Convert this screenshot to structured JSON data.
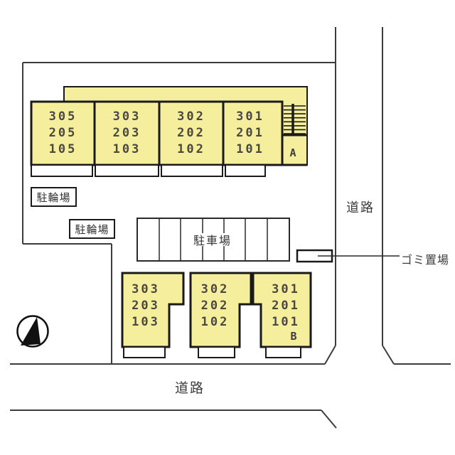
{
  "site_plan": {
    "building_a": {
      "label": "A",
      "columns": [
        [
          "305",
          "205",
          "105"
        ],
        [
          "303",
          "203",
          "103"
        ],
        [
          "302",
          "202",
          "102"
        ],
        [
          "301",
          "201",
          "101"
        ]
      ]
    },
    "building_b": {
      "label": "B",
      "columns": [
        [
          "303",
          "203",
          "103"
        ],
        [
          "302",
          "202",
          "102"
        ],
        [
          "301",
          "201",
          "101"
        ]
      ]
    },
    "bicycle_parking_labels": [
      "駐輪場",
      "駐輪場"
    ],
    "car_parking_label": "駐車場",
    "garbage_label": "ゴミ置場",
    "road_labels": {
      "right": "道路",
      "bottom": "道路"
    },
    "icons": {
      "north_arrow": "compass-north-arrow",
      "stairs": "stairs-hatch"
    },
    "colors": {
      "building_fill": "#F5EE9C",
      "building_outline": "#1a1a1a",
      "boundary_line": "#3c3c3c",
      "north_arrow_fill": "#111111",
      "background": "#ffffff"
    }
  }
}
